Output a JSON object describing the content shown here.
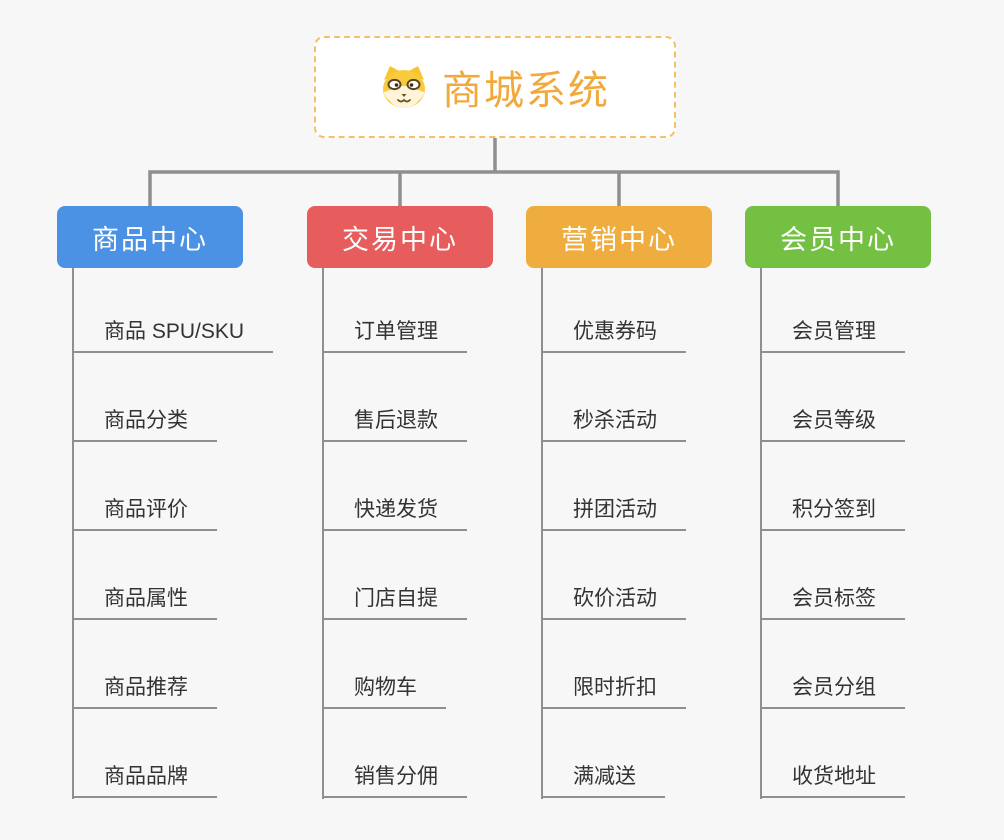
{
  "page": {
    "background_color": "#f7f7f7",
    "connector_color": "#8f8f8f"
  },
  "root": {
    "label": "商城系统",
    "icon": "dog-face-icon",
    "text_color": "#f2a93c",
    "border_color": "#f4c16a",
    "background_color": "#ffffff"
  },
  "branches": [
    {
      "label": "商品中心",
      "color": "#4b92e5",
      "children": [
        "商品 SPU/SKU",
        "商品分类",
        "商品评价",
        "商品属性",
        "商品推荐",
        "商品品牌"
      ]
    },
    {
      "label": "交易中心",
      "color": "#e75c5c",
      "children": [
        "订单管理",
        "售后退款",
        "快递发货",
        "门店自提",
        "购物车",
        "销售分佣"
      ]
    },
    {
      "label": "营销中心",
      "color": "#eead3e",
      "children": [
        "优惠券码",
        "秒杀活动",
        "拼团活动",
        "砍价活动",
        "限时折扣",
        "满减送"
      ]
    },
    {
      "label": "会员中心",
      "color": "#73c043",
      "children": [
        "会员管理",
        "会员等级",
        "积分签到",
        "会员标签",
        "会员分组",
        "收货地址"
      ]
    }
  ]
}
